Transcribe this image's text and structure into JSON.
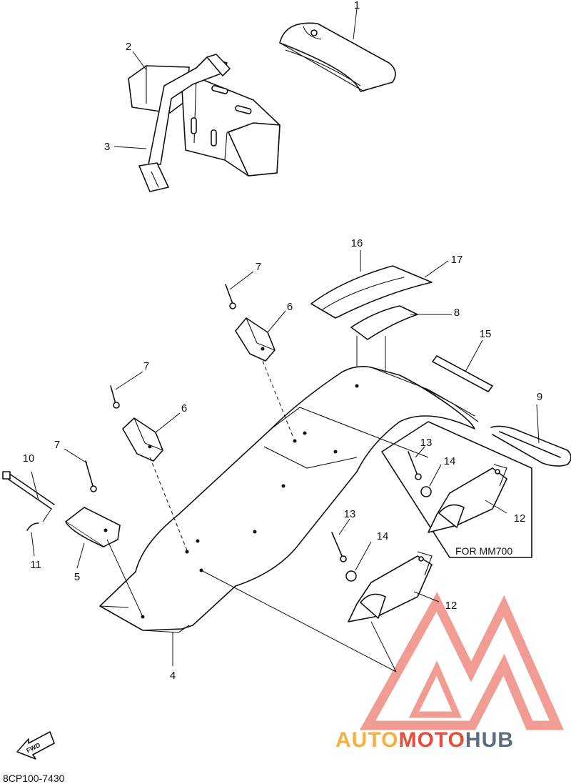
{
  "callouts": [
    {
      "id": "1",
      "label": "1"
    },
    {
      "id": "2",
      "label": "2"
    },
    {
      "id": "3",
      "label": "3"
    },
    {
      "id": "4",
      "label": "4"
    },
    {
      "id": "5",
      "label": "5"
    },
    {
      "id": "6a",
      "label": "6"
    },
    {
      "id": "6b",
      "label": "6"
    },
    {
      "id": "7a",
      "label": "7"
    },
    {
      "id": "7b",
      "label": "7"
    },
    {
      "id": "7c",
      "label": "7"
    },
    {
      "id": "8",
      "label": "8"
    },
    {
      "id": "9",
      "label": "9"
    },
    {
      "id": "10",
      "label": "10"
    },
    {
      "id": "11",
      "label": "11"
    },
    {
      "id": "12a",
      "label": "12"
    },
    {
      "id": "12b",
      "label": "12"
    },
    {
      "id": "13a",
      "label": "13"
    },
    {
      "id": "13b",
      "label": "13"
    },
    {
      "id": "14a",
      "label": "14"
    },
    {
      "id": "14b",
      "label": "14"
    },
    {
      "id": "15",
      "label": "15"
    },
    {
      "id": "16",
      "label": "16"
    },
    {
      "id": "17",
      "label": "17"
    }
  ],
  "inset_note": "FOR MM700",
  "direction_arrow": "FWD",
  "diagram_code": "8CP100-7430",
  "watermark": {
    "text_part1": "AUTO",
    "text_part2": "MOTO",
    "text_part3": "HUB",
    "color_orange": "#f5b041",
    "color_red": "#e74c3c",
    "color_gray": "#5d6d7e"
  }
}
